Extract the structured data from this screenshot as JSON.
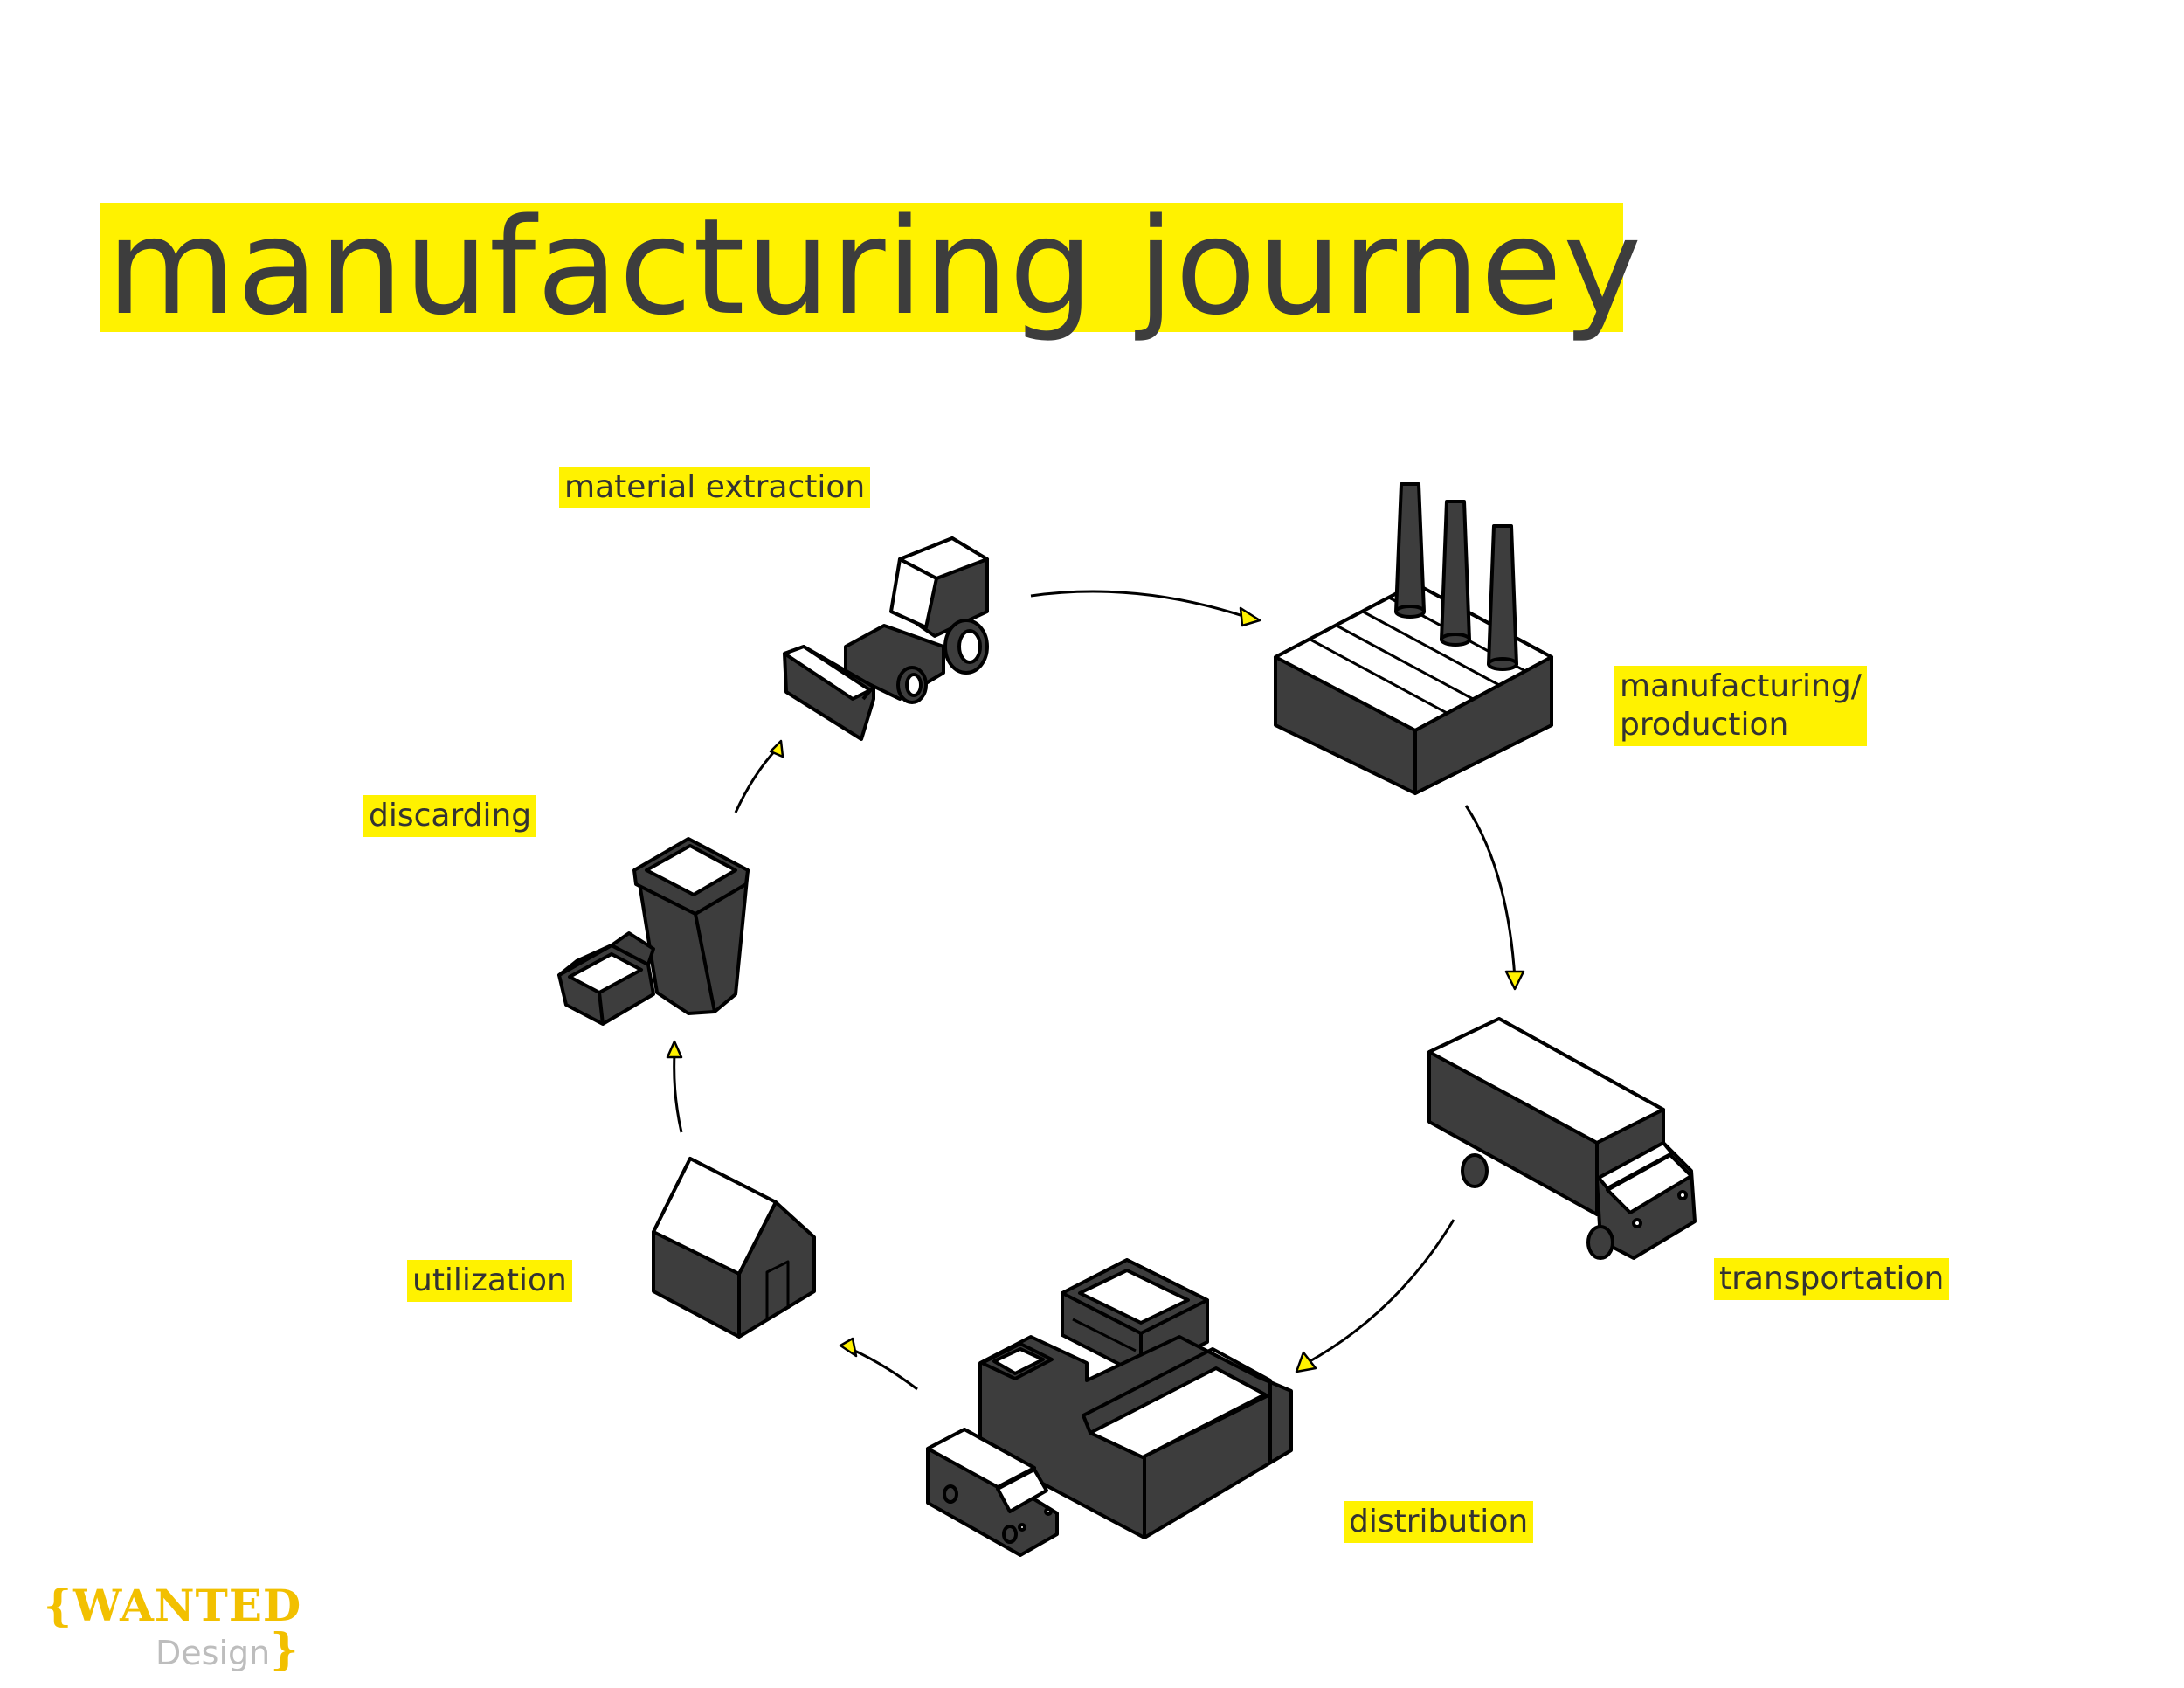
{
  "title": "manufacturing journey",
  "stages": [
    {
      "label": "material extraction",
      "icon": "bulldozer-icon"
    },
    {
      "label": "manufacturing/\nproduction",
      "icon": "factory-icon"
    },
    {
      "label": "transportation",
      "icon": "truck-icon"
    },
    {
      "label": "distribution",
      "icon": "warehouse-icon"
    },
    {
      "label": "utilization",
      "icon": "house-icon"
    },
    {
      "label": "discarding",
      "icon": "trash-bin-icon"
    }
  ],
  "logo": {
    "wanted": "WANTED",
    "design": "Design"
  },
  "colors": {
    "accent": "#fff200",
    "icon_fill": "#3d3d3d",
    "outline": "#000000",
    "logo": "#f2c000"
  }
}
